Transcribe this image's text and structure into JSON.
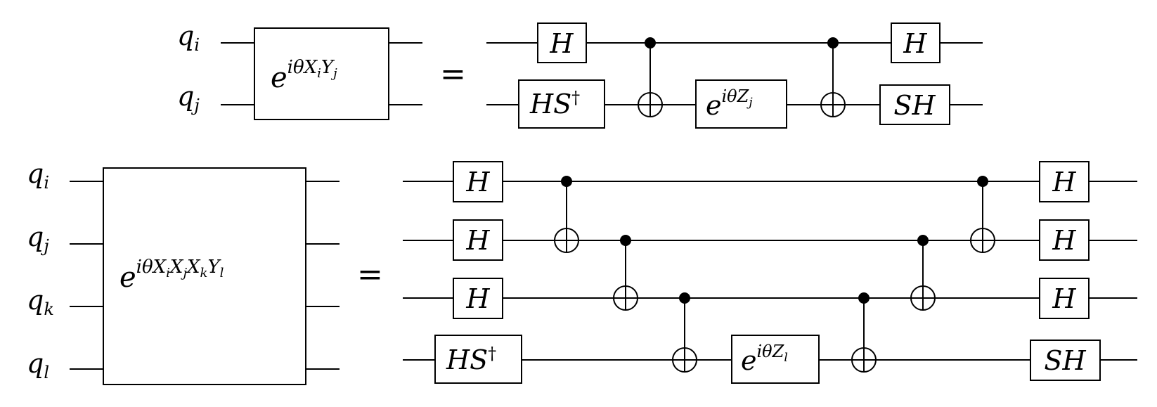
{
  "diagram_top": {
    "left_labels": [
      {
        "base": "q",
        "sub": "i"
      },
      {
        "base": "q",
        "sub": "j"
      }
    ],
    "big_gate": {
      "base": "e",
      "sup": "iθX",
      "sup_sub1": "i",
      "sup2": "Y",
      "sup_sub2": "j"
    },
    "equals": "=",
    "gates": {
      "h_top": "H",
      "hsdag": "HS",
      "hsdag_sup": "†",
      "rot": {
        "base": "e",
        "sup": "iθZ",
        "sup_sub": "j"
      },
      "h_top2": "H",
      "sh": "SH"
    }
  },
  "diagram_bottom": {
    "left_labels": [
      {
        "base": "q",
        "sub": "i"
      },
      {
        "base": "q",
        "sub": "j"
      },
      {
        "base": "q",
        "sub": "k"
      },
      {
        "base": "q",
        "sub": "l"
      }
    ],
    "big_gate": {
      "base": "e",
      "sup": "iθX",
      "s1": "i",
      "m1": "X",
      "s2": "j",
      "m2": "X",
      "s3": "k",
      "m3": "Y",
      "s4": "l"
    },
    "equals": "=",
    "gates": {
      "h1": "H",
      "h2": "H",
      "h3": "H",
      "hsdag": "HS",
      "hsdag_sup": "†",
      "rot": {
        "base": "e",
        "sup": "iθZ",
        "sup_sub": "l"
      },
      "h1r": "H",
      "h2r": "H",
      "h3r": "H",
      "sh": "SH"
    }
  }
}
